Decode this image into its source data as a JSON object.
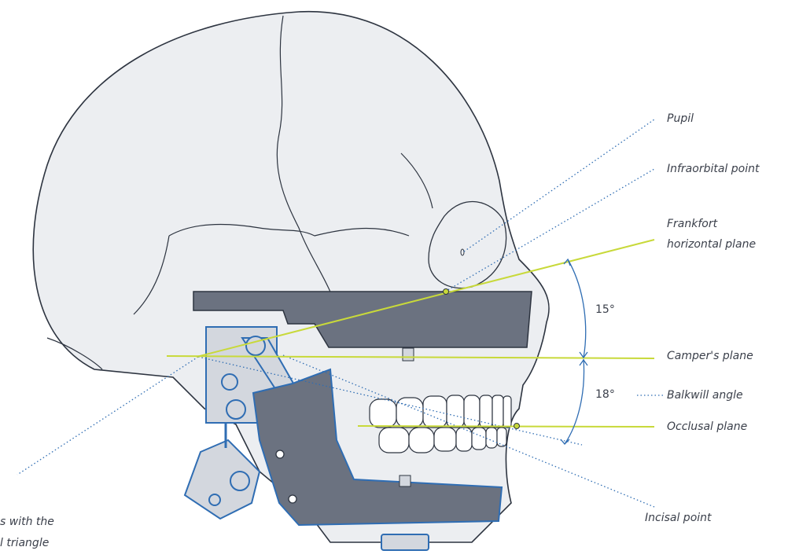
{
  "labels": {
    "pupil": "Pupil",
    "infraorbital_point": "Infraorbital point",
    "frankfort_line1": "Frankfort",
    "frankfort_line2": "horizontal plane",
    "campers_plane": "Camper's plane",
    "balkwill_angle": "Balkwill angle",
    "occlusal_plane": "Occlusal plane",
    "incisal_point": "Incisal point",
    "bonwill_line1": "s with the",
    "bonwill_line2": "l triangle"
  },
  "angles": {
    "upper": "15°",
    "lower": "18°"
  },
  "colors": {
    "skull_fill": "#eceef1",
    "outline": "#2d3440",
    "plate": "#6b7280",
    "articulator_blue": "#2f6db3",
    "guide_green": "#c8d93a",
    "guide_dotted": "#2f6db3"
  }
}
